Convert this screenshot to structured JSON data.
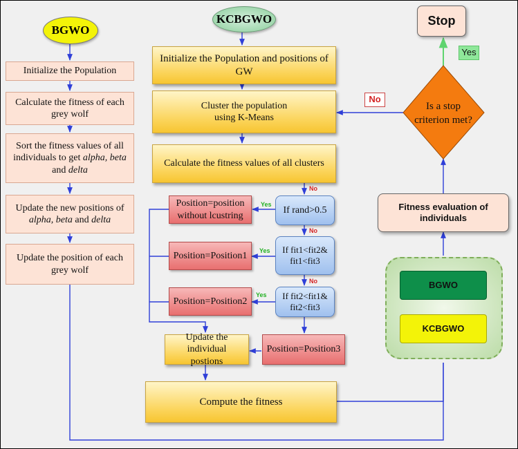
{
  "bgwo": {
    "title": "BGWO",
    "steps": [
      "Initialize the Population",
      "Calculate the fitness of each grey wolf",
      "Sort the fitness values of all individuals to get",
      "Update the new positions of",
      "Update the position of each grey wolf"
    ],
    "greek": {
      "alpha": "alpha,",
      "beta": "beta",
      "and": "and",
      "delta": "delta",
      "alpha2": "alpha, beta",
      "and2": "and",
      "delta2": "delta"
    }
  },
  "kcbgwo": {
    "title": "KCBGWO",
    "init": "Initialize the Population and positions of GW",
    "cluster_line1": "Cluster the population",
    "cluster_line2": "using K-Means",
    "calc": "Calculate the fitness values of all clusters",
    "cond1": "If rand>0.5",
    "cond2": "If fit1<fit2& fit1<fit3",
    "cond3": "If fit2<fit1& fit2<fit3",
    "pos_no_cluster": "Position=position without lcustring",
    "pos1": "Position=Position1",
    "pos2": "Position=Position2",
    "pos3": "Position=Position3",
    "update": "Update the individual postions",
    "compute": "Compute the fitness"
  },
  "right": {
    "stop": "Stop",
    "yes": "Yes",
    "no": "No",
    "decision": "Is a stop criterion met?",
    "fitness_eval": "Fitness evaluation of individuals",
    "legend_bgwo": "BGWO",
    "legend_kcbgwo": "KCBGWO"
  },
  "tags": {
    "yes": "Yes",
    "no": "No"
  },
  "colors": {
    "arrow": "#2f3fd8",
    "legend_green": "#0e8f4a",
    "legend_yellow": "#f3f308",
    "decision": "#f47b0f"
  }
}
